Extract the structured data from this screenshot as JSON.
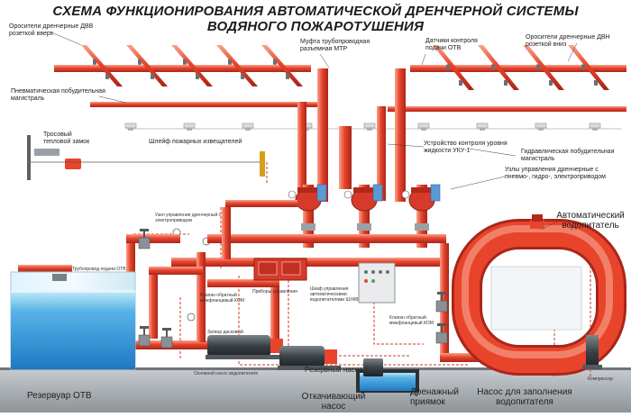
{
  "title": {
    "line1": "СХЕМА ФУНКЦИОНИРОВАНИЯ АВТОМАТИЧЕСКОЙ ДРЕНЧЕРНОЙ СИСТЕМЫ",
    "line2": "ВОДЯНОГО ПОЖАРОТУШЕНИЯ"
  },
  "labels": {
    "sprinklers_top_left": "Оросители дренчерные ДВВ розеткой вверх",
    "coupling": "Муфта трубопроводная разъемная МТР",
    "flow_sensor": "Датчики контроля подачи ОТВ",
    "sprinklers_top_right": "Оросители дренчерные ДВН розеткой вниз",
    "pneumatic_line": "Пневматическая побудительная магистраль",
    "cable_lock": "Тросовый тепловой замок",
    "detector_loop": "Шлейф пожарных извещателей",
    "level_control": "Устройство контроля уровня жидкости УКУ-1",
    "hydraulic_line": "Гидравлическая побудительная магистраль",
    "control_units": "Узлы управления дренчерные с пневмо-, гидро-, электроприводом",
    "auto_feeder": "Автоматический водопитатель",
    "reservoir": "Резервуар ОТВ",
    "main_pump": "Основной насос водопитателя",
    "reserve_pump": "Резервный насос",
    "drain_pump": "Откачивающий насос",
    "drain_pit": "Дренажный приямок",
    "fill_pump": "Насос для заполнения водопитателя",
    "compressor": "Компрессор",
    "control_panel": "Шкаф управления автоматическими водопитателями ШУАВ",
    "device_panel": "Приборы управления",
    "check_valve_left": "Клапан обратный межфланцевый КОМ",
    "check_valve_right": "Клапан обратный межфланцевый КОМ",
    "gate_valve": "Затвор дисковый",
    "alarm_unit": "Узел управления дренчерный с электроприводом",
    "inlet_pipe": "Трубопровод подачи ОТВ"
  },
  "colors": {
    "pipe": "#e8442c",
    "pipe_dark": "#b7281a",
    "pipe_light": "#f58c74",
    "water": "#2f8fd8",
    "water_light": "#aee0f6",
    "floor": "#9aa0a5",
    "motor": "#3a4045",
    "dashed": "#d23a2a",
    "cabinet": "#e8eaec"
  },
  "icons": {
    "sprinkler": "sprinkler-head-icon",
    "detector": "smoke-detector-icon",
    "gauge": "pressure-gauge-icon",
    "pump": "pump-motor-icon",
    "valve": "gate-valve-icon"
  }
}
